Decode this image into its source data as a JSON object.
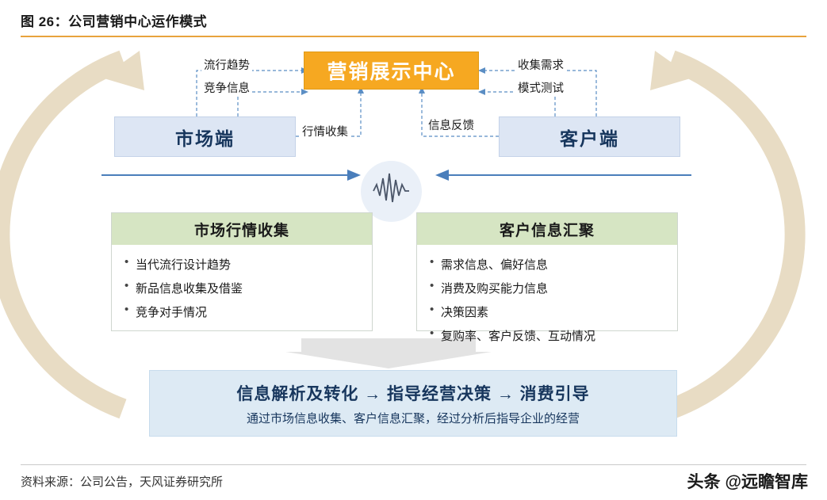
{
  "header": {
    "title": "图 26：公司营销中心运作模式"
  },
  "footer": {
    "source": "资料来源：公司公告，天风证券研究所",
    "watermark": "头条 @远瞻智库",
    "watermark_logo": "头条",
    "watermark_handle": "@远瞻智库"
  },
  "diagram": {
    "center_box": "营销展示中心",
    "left_box": "市场端",
    "right_box": "客户端",
    "labels": {
      "trend": "流行趋势",
      "competition": "竞争信息",
      "demand": "收集需求",
      "pattern_test": "模式测试",
      "market_quotes": "行情收集",
      "feedback": "信息反馈"
    },
    "panels": [
      {
        "title": "市场行情收集",
        "items": [
          "当代流行设计趋势",
          "新品信息收集及借鉴",
          "竞争对手情况"
        ]
      },
      {
        "title": "客户信息汇聚",
        "items": [
          "需求信息、偏好信息",
          "消费及购买能力信息",
          "决策因素",
          "复购率、客户反馈、互动情况"
        ]
      }
    ],
    "bottom": {
      "title": "信息解析及转化 → 指导经营决策 → 消费引导",
      "subtitle": "通过市场信息收集、客户信息汇聚，经过分析后指导企业的经营"
    },
    "colors": {
      "accent_orange": "#f6a821",
      "title_rule": "#e8a33d",
      "box_blue": "#dde6f4",
      "panel_green": "#d6e5c3",
      "bottom_blue": "#ddeaf4",
      "arc_tan": "#e8dcc4",
      "arrow_blue": "#4a7ebb"
    }
  }
}
